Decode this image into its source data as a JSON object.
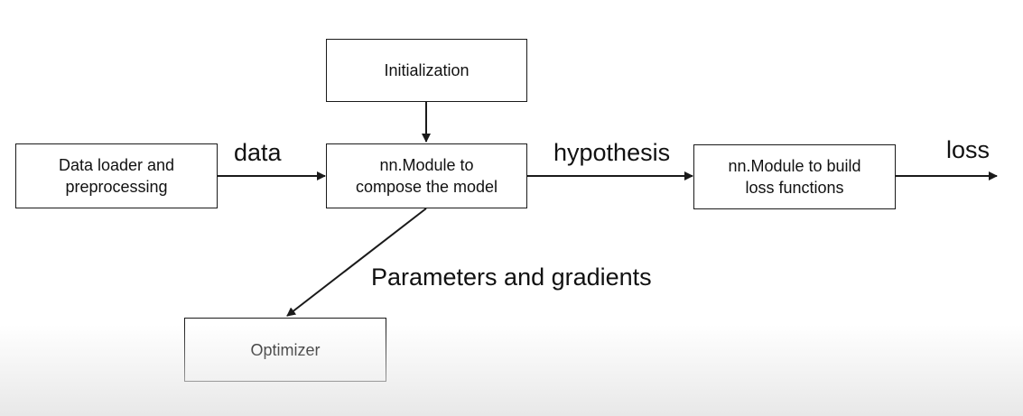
{
  "diagram": {
    "nodes": {
      "initialization": {
        "label": "Initialization"
      },
      "data_loader": {
        "label": "Data loader and\npreprocessing"
      },
      "model": {
        "label": "nn.Module to\ncompose the model"
      },
      "loss_module": {
        "label": "nn.Module to build\nloss functions"
      },
      "optimizer": {
        "label": "Optimizer"
      }
    },
    "edges": {
      "data": {
        "from": "data_loader",
        "to": "model",
        "label": "data"
      },
      "hypothesis": {
        "from": "model",
        "to": "loss_module",
        "label": "hypothesis"
      },
      "loss": {
        "from": "loss_module",
        "to": "output",
        "label": "loss"
      },
      "init": {
        "from": "initialization",
        "to": "model",
        "label": ""
      },
      "params": {
        "from": "model",
        "to": "optimizer",
        "label": "Parameters and gradients"
      }
    }
  }
}
